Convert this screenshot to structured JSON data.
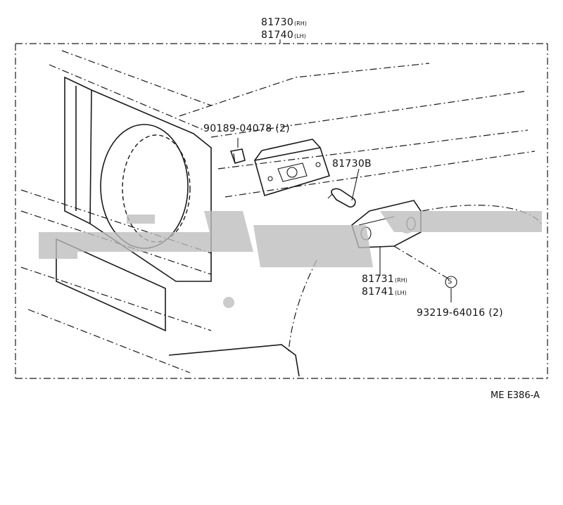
{
  "labels": {
    "lamp_assy": {
      "rh_number": "81730",
      "rh_side": "(RH)",
      "lh_number": "81740",
      "lh_side": "(LH)"
    },
    "clip": {
      "number": "90189-04078",
      "qty": "(2)"
    },
    "bulb": {
      "number": "81730B"
    },
    "lens": {
      "rh_number": "81731",
      "rh_side": "(RH)",
      "lh_number": "81741",
      "lh_side": "(LH)"
    },
    "screw": {
      "number": "93219-64016",
      "qty": "(2)",
      "symbol": "S"
    }
  },
  "diagram_code": "ME E386-A",
  "colors": {
    "line": "#1a1a1a",
    "watermark": "#bdbdbd"
  }
}
